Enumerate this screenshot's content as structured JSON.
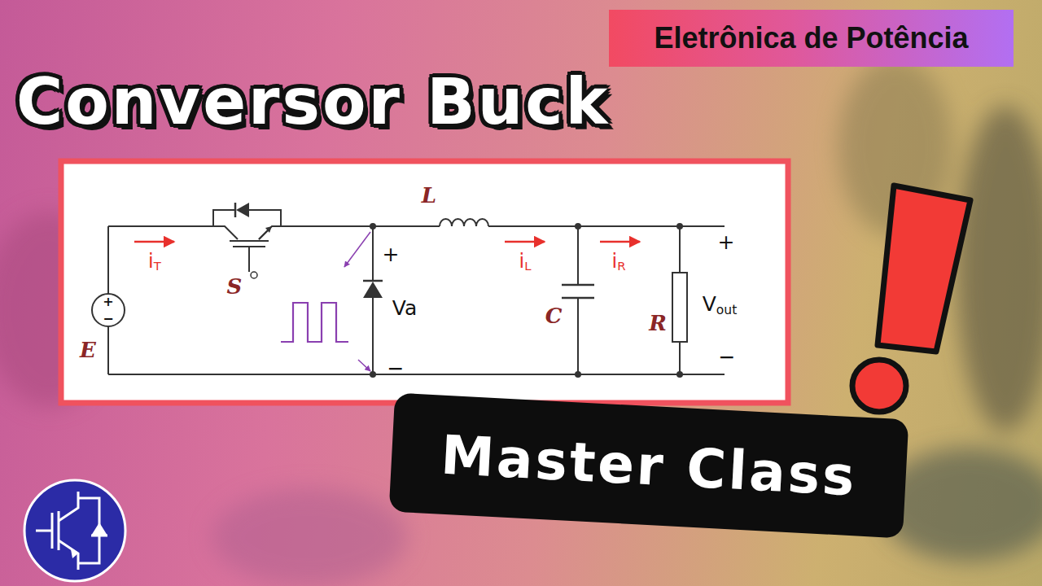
{
  "diagram": {
    "title": "Conversor Buck",
    "nodes": [
      {
        "text": [
          "Eletrônica de Potência"
        ]
      },
      {
        "text": [
          "Master Class"
        ]
      }
    ],
    "labels": [
      "iT",
      "S",
      "E",
      "+",
      "−",
      "L",
      "+",
      "Va",
      "−",
      "iL",
      "C",
      "iR",
      "R",
      "+",
      "Vout",
      "−"
    ]
  }
}
